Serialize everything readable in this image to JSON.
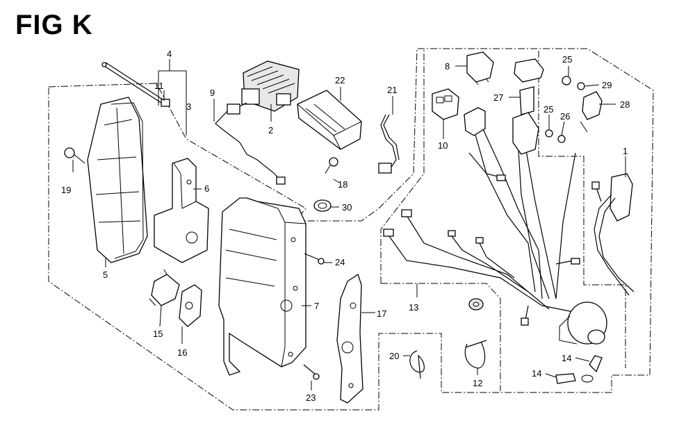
{
  "title": "FIG K",
  "callouts": [
    {
      "id": "c1",
      "label": "1"
    },
    {
      "id": "c2",
      "label": "2"
    },
    {
      "id": "c3",
      "label": "3"
    },
    {
      "id": "c4",
      "label": "4"
    },
    {
      "id": "c5",
      "label": "5"
    },
    {
      "id": "c6",
      "label": "6"
    },
    {
      "id": "c7",
      "label": "7"
    },
    {
      "id": "c8",
      "label": "8"
    },
    {
      "id": "c9",
      "label": "9"
    },
    {
      "id": "c10",
      "label": "10"
    },
    {
      "id": "c11",
      "label": "11"
    },
    {
      "id": "c12",
      "label": "12"
    },
    {
      "id": "c13",
      "label": "13"
    },
    {
      "id": "c14a",
      "label": "14"
    },
    {
      "id": "c14b",
      "label": "14"
    },
    {
      "id": "c15",
      "label": "15"
    },
    {
      "id": "c16",
      "label": "16"
    },
    {
      "id": "c17",
      "label": "17"
    },
    {
      "id": "c18",
      "label": "18"
    },
    {
      "id": "c19",
      "label": "19"
    },
    {
      "id": "c20",
      "label": "20"
    },
    {
      "id": "c21",
      "label": "21"
    },
    {
      "id": "c22",
      "label": "22"
    },
    {
      "id": "c23",
      "label": "23"
    },
    {
      "id": "c24",
      "label": "24"
    },
    {
      "id": "c25a",
      "label": "25"
    },
    {
      "id": "c25b",
      "label": "25"
    },
    {
      "id": "c26",
      "label": "26"
    },
    {
      "id": "c27",
      "label": "27"
    },
    {
      "id": "c28",
      "label": "28"
    },
    {
      "id": "c29",
      "label": "29"
    },
    {
      "id": "c30",
      "label": "30"
    }
  ]
}
